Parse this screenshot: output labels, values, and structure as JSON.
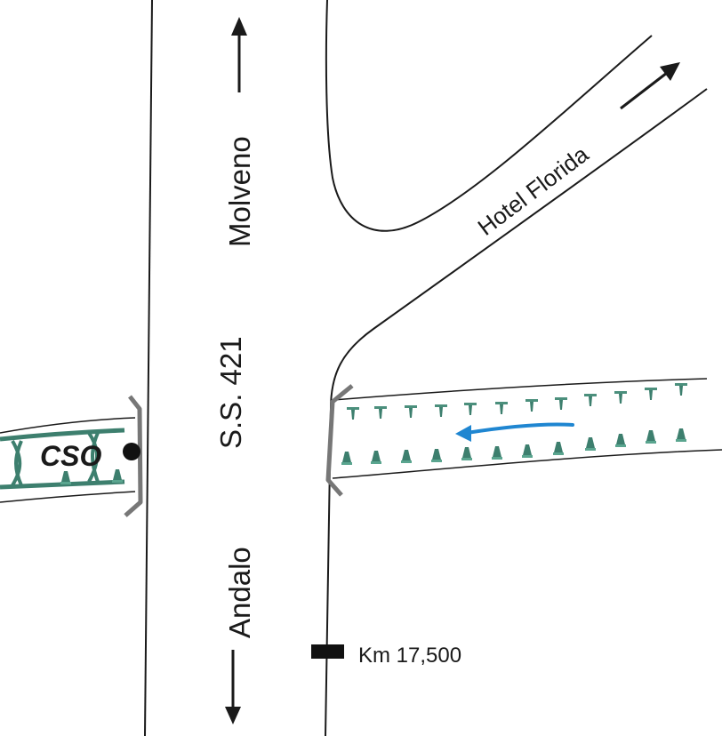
{
  "labels": {
    "road_number": "S.S. 421",
    "north_destination": "Molveno",
    "south_destination": "Andalo",
    "branch_destination": "Hotel Florida",
    "km_marker": "Km 17,500",
    "site_code": "CSO"
  },
  "colors": {
    "line": "#1a1a1a",
    "grate": "#777777",
    "vegetation": "#3d7f6e",
    "flow_arrow": "#1f86d1"
  },
  "icons": [
    "arrow-up-icon",
    "arrow-down-icon",
    "arrow-northeast-icon",
    "flow-arrow-icon",
    "km-marker-icon",
    "site-point-icon"
  ]
}
